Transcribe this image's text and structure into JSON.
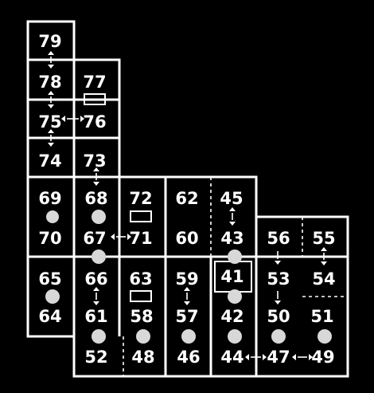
{
  "rooms": [
    "79",
    "78",
    "77",
    "75",
    "76",
    "74",
    "73",
    "69",
    "68",
    "72",
    "62",
    "45",
    "70",
    "67",
    "71",
    "60",
    "43",
    "56",
    "55",
    "65",
    "66",
    "63",
    "59",
    "41",
    "53",
    "54",
    "64",
    "61",
    "58",
    "57",
    "42",
    "50",
    "51",
    "52",
    "48",
    "46",
    "44",
    "47",
    "49"
  ],
  "colors": {
    "background": "#000000",
    "lines": "#ffffff",
    "markers": "#d8d8d8"
  }
}
